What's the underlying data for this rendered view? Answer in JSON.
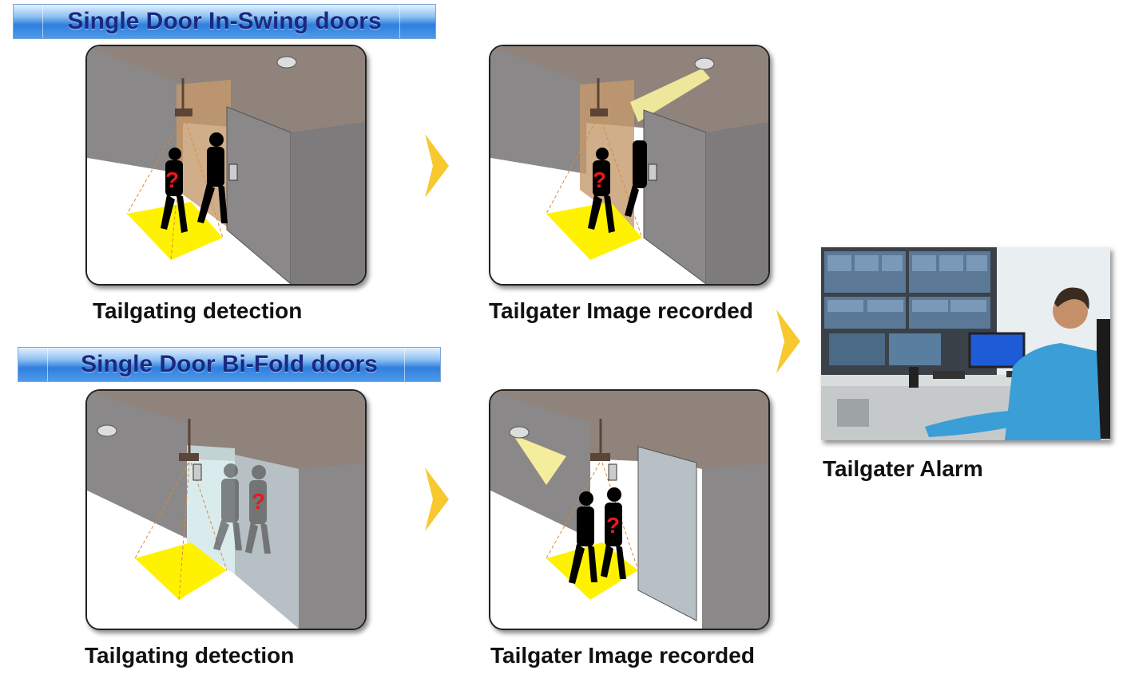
{
  "sections": {
    "in_swing": {
      "title": "Single Door In-Swing doors",
      "caption_left": "Tailgating detection",
      "caption_right": "Tailgater Image recorded"
    },
    "bi_fold": {
      "title": "Single Door Bi-Fold doors",
      "caption_left": "Tailgating detection",
      "caption_right": "Tailgater Image recorded"
    }
  },
  "alarm": {
    "caption": "Tailgater Alarm"
  },
  "colors": {
    "banner_text": "#1a2a80",
    "arrow": "#f7c92e",
    "detection_zone": "#fff200",
    "wall": "#8a8888",
    "wall_top": "#8f837c",
    "door": "#c49a6c",
    "question_mark": "#e8191e"
  },
  "symbols": {
    "question": "?"
  }
}
